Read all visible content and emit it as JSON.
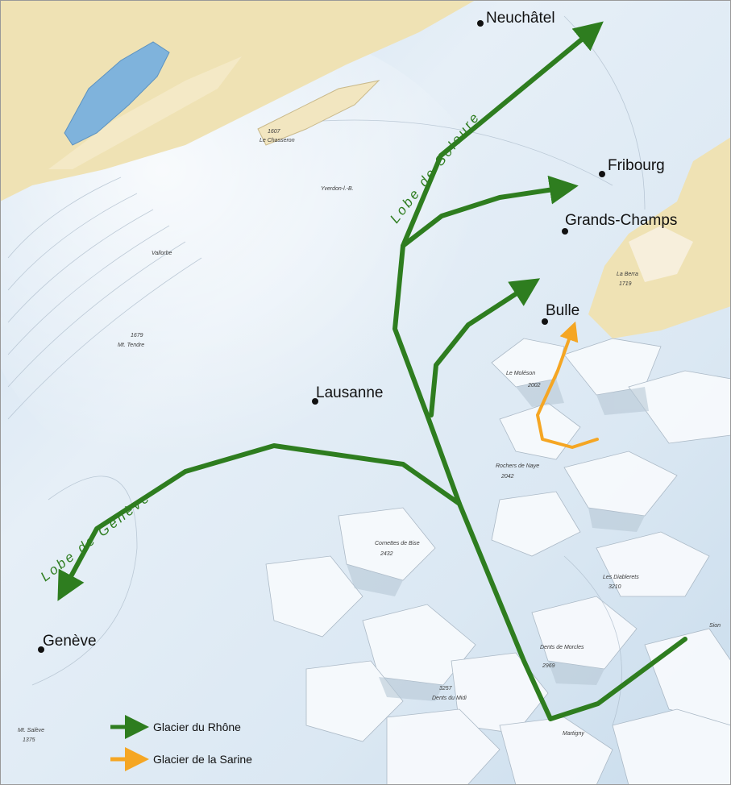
{
  "cities": {
    "neuchatel": "Neuchâtel",
    "fribourg": "Fribourg",
    "grands_champs": "Grands-Champs",
    "bulle": "Bulle",
    "lausanne": "Lausanne",
    "geneve": "Genève"
  },
  "lobes": {
    "soleure": "Lobe de Soleure",
    "geneve": "Lobe de Genève"
  },
  "peaks": {
    "chasseron_alt": "1607",
    "chasseron": "Le Chasseron",
    "yverdon": "Yverdon-l.-B.",
    "vallorbe": "Vallorbe",
    "mtendre_alt": "1679",
    "mtendre": "Mt. Tendre",
    "moleson": "Le Moléson",
    "moleson_alt": "2002",
    "rochers_naye": "Rochers de Naye",
    "rochers_alt": "2042",
    "berra": "La Berra",
    "berra_alt": "1719",
    "diablerets": "Les Diablerets",
    "diablerets_alt": "3210",
    "dents_morcles": "Dents de Morcles",
    "dents_alt": "2969",
    "dents_midi": "Dents du Midi",
    "dents_midi_alt": "3257",
    "cornettes": "Cornettes de Bise",
    "cornettes_alt": "2432",
    "salève": "Mt. Salève",
    "salève_alt": "1375",
    "martigny": "Martigny",
    "sion": "Sion"
  },
  "legend": {
    "rhone": "Glacier du Rhône",
    "sarine": "Glacier de la Sarine"
  },
  "colors": {
    "rhone_arrow": "#2e7d1f",
    "sarine_arrow": "#f5a623",
    "ice": "#dde9f3",
    "land": "#efe2b4",
    "lake": "#7fb3dc"
  }
}
